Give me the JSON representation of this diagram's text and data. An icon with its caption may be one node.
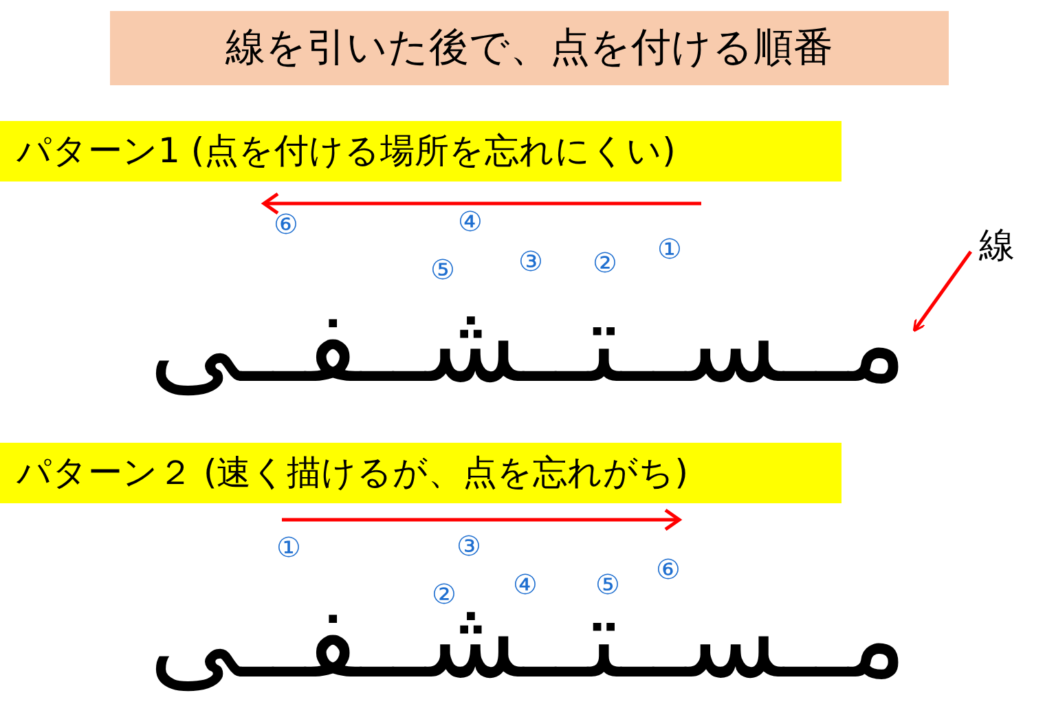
{
  "diagram": {
    "title": "線を引いた後で、点を付ける順番",
    "nodes": [
      {
        "text": [
          "パターン1 (点を付ける場所を忘れにくい)"
        ]
      },
      {
        "text": [
          "線"
        ]
      },
      {
        "text": [
          "مــســتــشــفــى"
        ]
      },
      {
        "text": [
          "パターン２ (速く描けるが、点を忘れがち)"
        ]
      },
      {
        "text": [
          "مــســتــشــفــى"
        ]
      }
    ],
    "edges": [
      {
        "from": 1,
        "to": 2,
        "arrow": "to"
      }
    ],
    "labels": [
      "⑥",
      "④",
      "⑤",
      "③",
      "②",
      "①",
      "①",
      "③",
      "②",
      "④",
      "⑤",
      "⑥"
    ]
  }
}
